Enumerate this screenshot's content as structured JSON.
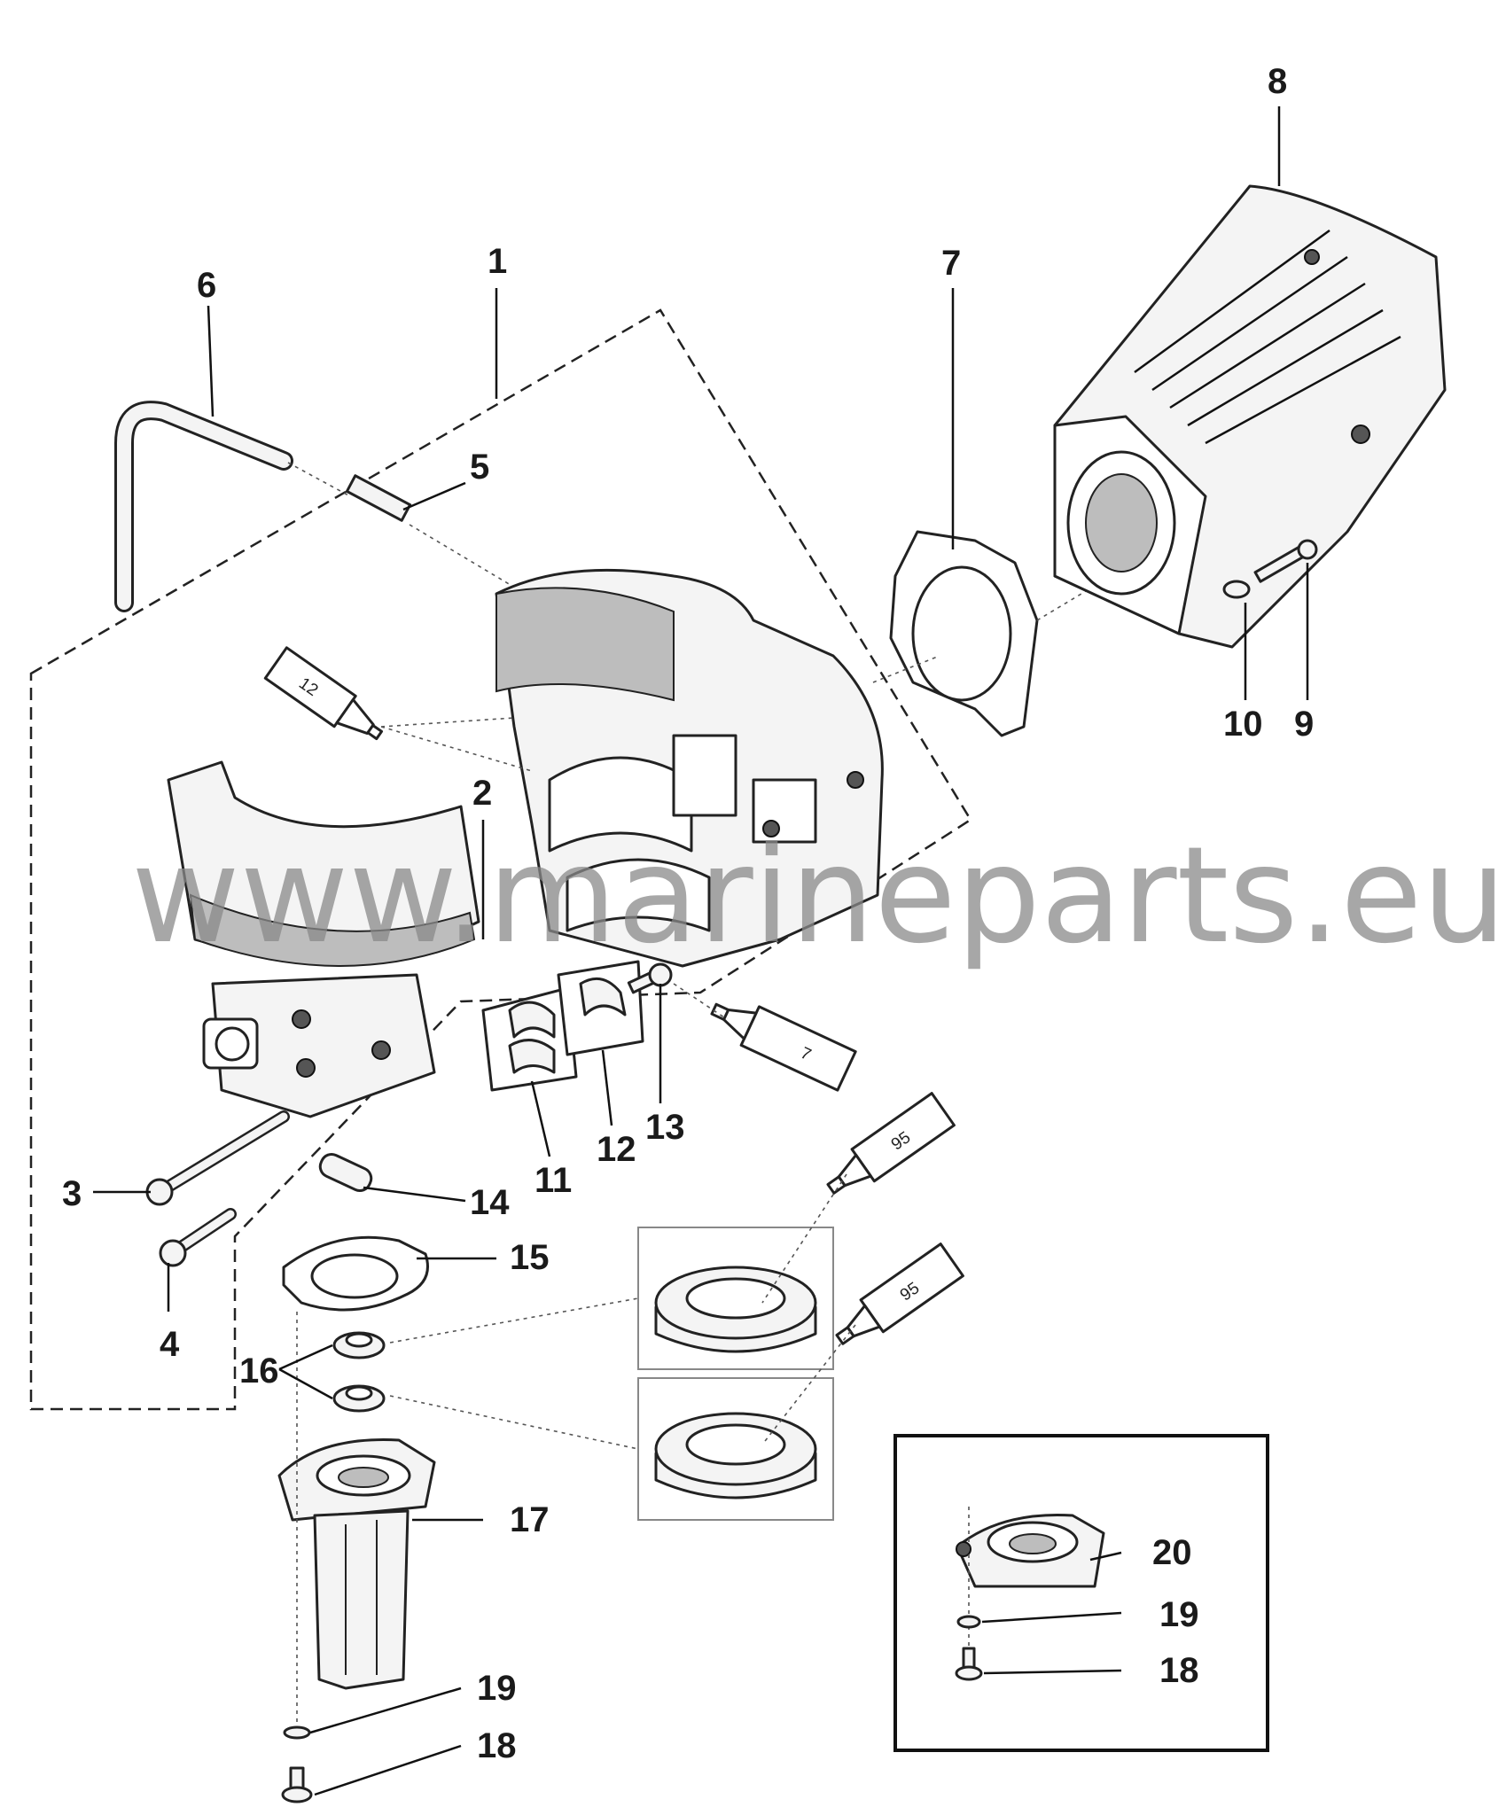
{
  "watermark": "www.marineparts.eu",
  "callouts": {
    "c1": "1",
    "c2": "2",
    "c3": "3",
    "c4": "4",
    "c5": "5",
    "c6": "6",
    "c7": "7",
    "c8": "8",
    "c9": "9",
    "c10": "10",
    "c11": "11",
    "c12": "12",
    "c13": "13",
    "c14": "14",
    "c15": "15",
    "c16": "16",
    "c17": "17",
    "c18": "18",
    "c19": "19",
    "c18b": "18",
    "c19b": "19",
    "c20": "20"
  },
  "tubes": {
    "t12": "12",
    "t7": "7",
    "t95a": "95",
    "t95b": "95"
  }
}
